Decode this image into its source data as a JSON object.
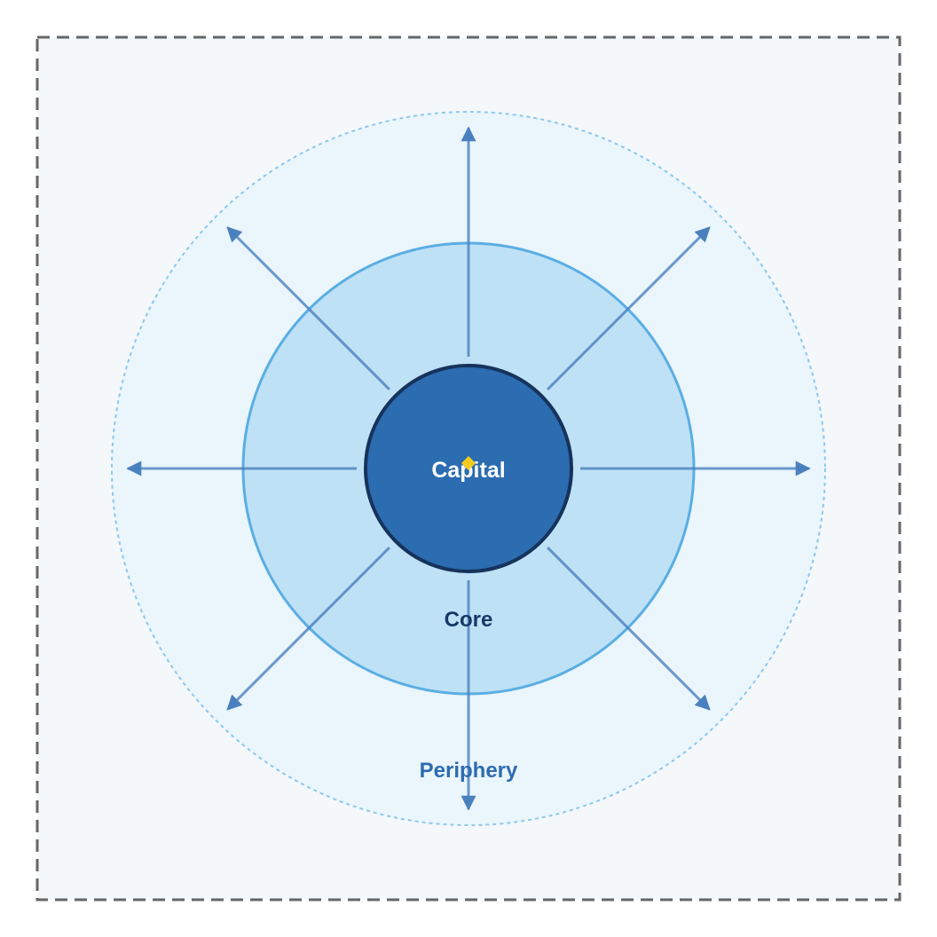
{
  "diagram": {
    "capital_label": "Capital",
    "core_label": "Core",
    "periphery_label": "Periphery"
  },
  "colors": {
    "boundary_fill": "#f4f8fb",
    "boundary_stroke": "#666666",
    "periphery_fill": "#eaf5fc",
    "periphery_stroke": "#8cc8ec",
    "core_fill": "#bfe1f6",
    "core_stroke": "#5aaee3",
    "capital_fill": "#2c6cb0",
    "capital_stroke": "#16335c",
    "arrow": "#4a80bd",
    "capital_marker": "#f5cc1f",
    "capital_text": "#ffffff",
    "core_text": "#163a66",
    "periphery_text": "#2c6cb0"
  },
  "icons": {
    "capital_marker": "diamond-marker-icon",
    "arrowhead": "arrowhead-icon"
  }
}
